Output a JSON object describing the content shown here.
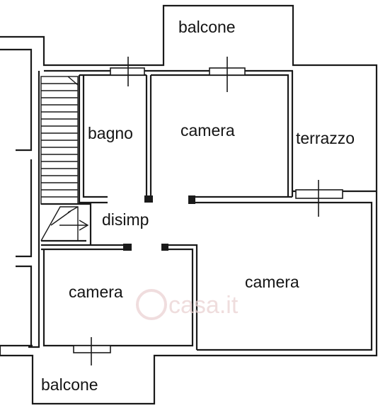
{
  "plan": {
    "ink_color": "#1a1a1a",
    "paper_color": "#ffffff",
    "watermark_color": "#e9cfd0",
    "watermark_icon": "camera-icon",
    "rooms": {
      "balcone_top": "balcone",
      "bagno": "bagno",
      "camera_top": "camera",
      "terrazzo": "terrazzo",
      "disimp": "disimp",
      "camera_left": "camera",
      "camera_right": "camera",
      "balcone_bottom": "balcone"
    },
    "watermark": "casa.it"
  }
}
